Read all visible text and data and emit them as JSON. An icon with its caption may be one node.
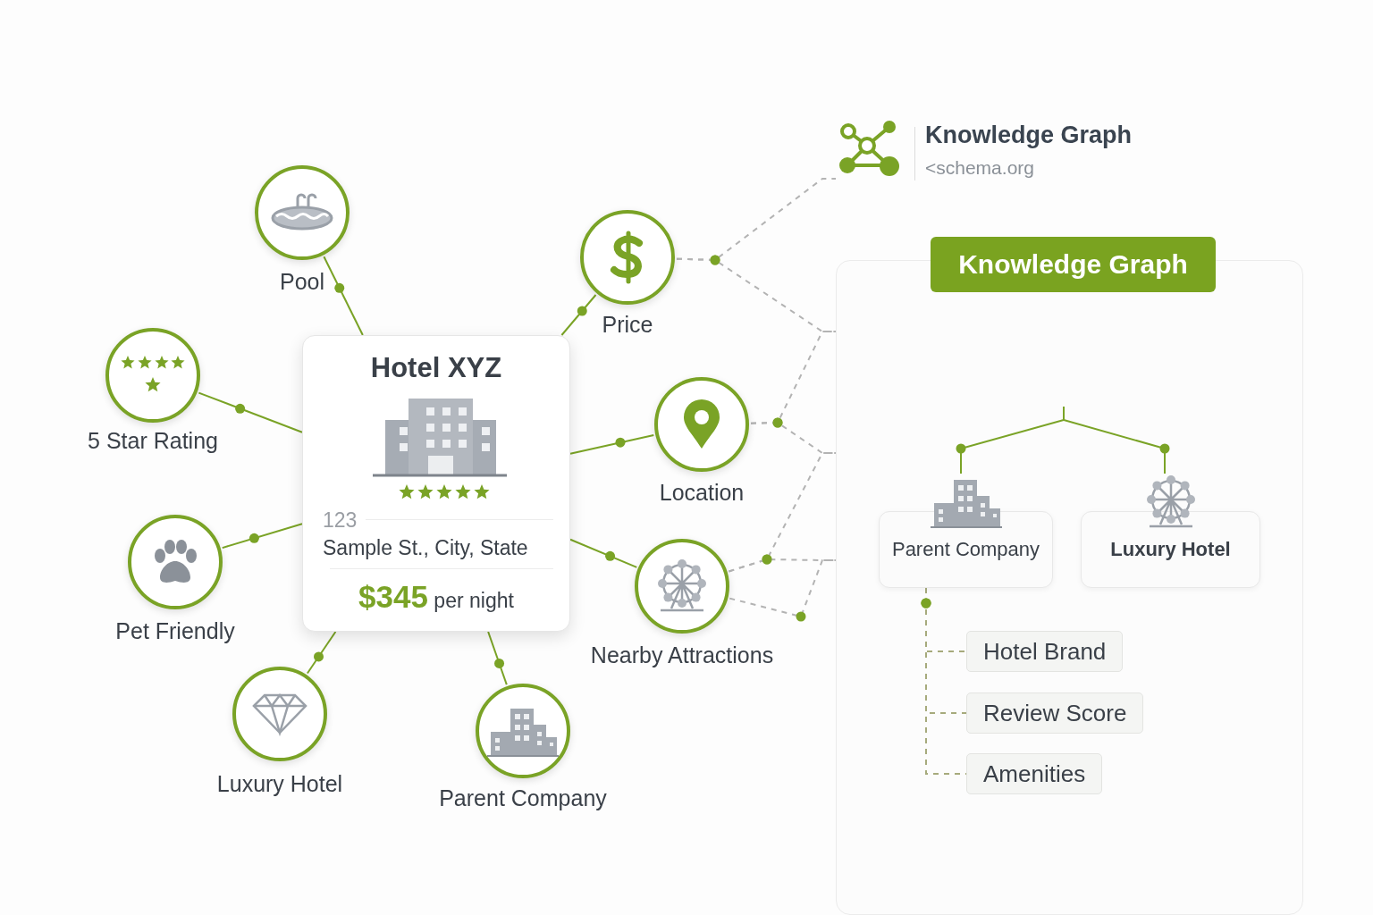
{
  "diagram": {
    "nodes": [
      {
        "text": [
          "Hotel XYZ",
          "123",
          "Sample St., City, State",
          "**$345** per night"
        ]
      },
      {
        "text": [
          "Pool"
        ]
      },
      {
        "text": [
          "Price"
        ]
      },
      {
        "text": [
          "5 Star Rating"
        ]
      },
      {
        "text": [
          "Location"
        ]
      },
      {
        "text": [
          "Pet Friendly"
        ]
      },
      {
        "text": [
          "Nearby Attractions"
        ]
      },
      {
        "text": [
          "Luxury Hotel"
        ]
      },
      {
        "text": [
          "Parent Company"
        ]
      },
      {
        "text": [
          "Knowledge Graph",
          "<schema.org"
        ]
      },
      {
        "text": [
          "Knowledge Graph"
        ]
      },
      {
        "text": [
          "Parent Company"
        ],
        "in": 10
      },
      {
        "text": [
          "Luxury Hotel"
        ],
        "in": 10
      },
      {
        "text": [
          "Hotel Brand"
        ],
        "in": 10
      },
      {
        "text": [
          "Review Score"
        ],
        "in": 10
      },
      {
        "text": [
          "Amenities"
        ],
        "in": 10
      }
    ],
    "edges": [
      {
        "from": 0,
        "to": 1,
        "arrow": "none"
      },
      {
        "from": 0,
        "to": 2,
        "arrow": "none"
      },
      {
        "from": 0,
        "to": 3,
        "arrow": "none"
      },
      {
        "from": 0,
        "to": 4,
        "arrow": "none"
      },
      {
        "from": 0,
        "to": 5,
        "arrow": "none"
      },
      {
        "from": 0,
        "to": 6,
        "arrow": "none"
      },
      {
        "from": 0,
        "to": 7,
        "arrow": "none"
      },
      {
        "from": 0,
        "to": 8,
        "arrow": "none"
      },
      {
        "from": 2,
        "to": 9,
        "arrow": "none",
        "style": "dashed",
        "color": "#b3b3b3"
      },
      {
        "from": 2,
        "to": 10,
        "arrow": "none",
        "style": "dashed",
        "color": "#b3b3b3"
      },
      {
        "from": 4,
        "to": 10,
        "arrow": "none",
        "style": "dashed",
        "color": "#b3b3b3"
      },
      {
        "from": 4,
        "to": 10,
        "arrow": "none",
        "style": "dashed",
        "color": "#b3b3b3"
      },
      {
        "from": 6,
        "to": 10,
        "arrow": "none",
        "style": "dashed",
        "color": "#b3b3b3"
      },
      {
        "from": 6,
        "to": 10,
        "arrow": "none",
        "style": "dashed",
        "color": "#b3b3b3"
      },
      {
        "from": 6,
        "to": 10,
        "arrow": "none",
        "style": "dashed",
        "color": "#b3b3b3"
      },
      {
        "from": null,
        "to": 11,
        "arrow": "none"
      },
      {
        "from": null,
        "to": 12,
        "arrow": "none"
      },
      {
        "from": 11,
        "to": 13,
        "arrow": "none",
        "style": "dashed",
        "color": "#a6aa7c"
      },
      {
        "from": 11,
        "to": 14,
        "arrow": "none",
        "style": "dashed",
        "color": "#a6aa7c"
      },
      {
        "from": 11,
        "to": 15,
        "arrow": "none",
        "style": "dashed",
        "color": "#a6aa7c"
      }
    ]
  }
}
